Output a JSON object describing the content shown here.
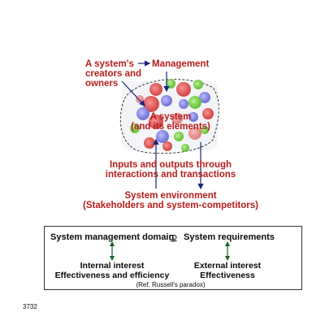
{
  "diagram": {
    "creators_label": [
      "A system's",
      "creators and",
      "owners"
    ],
    "management_label": "Management",
    "system_label": [
      "A system",
      "(and its elements)"
    ],
    "io_label": [
      "Inputs and outputs through",
      "interactions and transactions"
    ],
    "environment_label": [
      "System environment",
      "(Stakeholders and system-competitors)"
    ],
    "colors": {
      "text_red": "#b71c1c",
      "arrow_blue": "#1a237e"
    }
  },
  "box": {
    "left_title": "System management domain",
    "relation_symbol": "⊋",
    "right_title": "System requirements",
    "left_sub": [
      "Internal interest",
      "Effectiveness and efficiency"
    ],
    "right_sub": [
      "External interest",
      "Effectiveness"
    ],
    "footnote": "(Ref. Russell's paradox)"
  },
  "page_number": "3732"
}
